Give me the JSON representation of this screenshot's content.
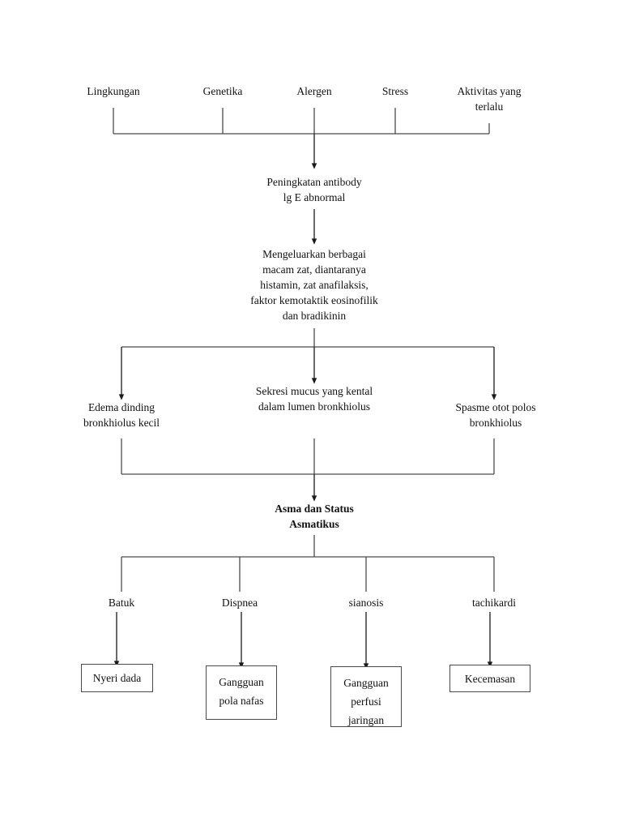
{
  "diagram": {
    "title": "Asma dan Status Asmatikus - pathway",
    "line_color": "#4a4a4a",
    "text_color": "#111111",
    "background": "#ffffff",
    "triggers": [
      {
        "label": "Lingkungan"
      },
      {
        "label": "Genetika"
      },
      {
        "label": "Alergen"
      },
      {
        "label": "Stress"
      },
      {
        "label": "Aktivitas yang\nterlalu"
      }
    ],
    "steps": [
      {
        "label": "Peningkatan antibody\nlg E abnormal"
      },
      {
        "label": "Mengeluarkan berbagai\nmacam zat, diantaranya\nhistamin, zat anafilaksis,\nfaktor kemotaktik eosinofilik\ndan bradikinin"
      }
    ],
    "branches": [
      {
        "label": "Edema dinding\nbronkhiolus kecil"
      },
      {
        "label": "Sekresi mucus yang kental\ndalam lumen bronkhiolus"
      },
      {
        "label": "Spasme otot polos\nbronkhiolus"
      }
    ],
    "diagnosis": {
      "label": "Asma dan Status\nAsmatikus"
    },
    "symptoms": [
      {
        "label": "Batuk"
      },
      {
        "label": "Dispnea"
      },
      {
        "label": "sianosis"
      },
      {
        "label": "tachikardi"
      }
    ],
    "outcomes": [
      {
        "label": "Nyeri dada"
      },
      {
        "label": "Gangguan\npola nafas"
      },
      {
        "label": "Gangguan\nperfusi\njaringan"
      },
      {
        "label": "Kecemasan"
      }
    ]
  }
}
